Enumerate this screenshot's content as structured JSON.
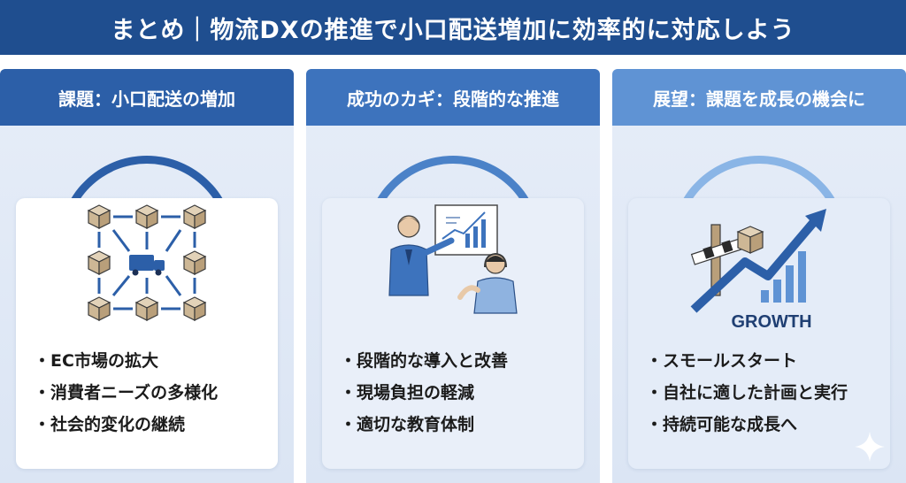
{
  "title": "まとめ｜物流DXの推進で小口配送増加に効率的に対応しよう",
  "columns": [
    {
      "header": "課題：小口配送の増加",
      "illustration": "parcel-network-icon",
      "bullets": [
        "EC市場の拡大",
        "消費者ニーズの多様化",
        "社会的変化の継続"
      ]
    },
    {
      "header": "成功のカギ：段階的な推進",
      "illustration": "presentation-people-icon",
      "bullets": [
        "段階的な導入と改善",
        "現場負担の軽減",
        "適切な教育体制"
      ]
    },
    {
      "header": "展望：課題を成長の機会に",
      "illustration": "growth-chart-icon",
      "illustration_label": "GROWTH",
      "bullets": [
        "スモールスタート",
        "自社に適した計画と実行",
        "持続可能な成長へ"
      ]
    }
  ],
  "colors": {
    "title_bg": "#1f4e8f",
    "header_1": "#2c5fa8",
    "header_2": "#3d73bd",
    "header_3": "#5f93d4",
    "panel_bg": "#e6edf8"
  }
}
